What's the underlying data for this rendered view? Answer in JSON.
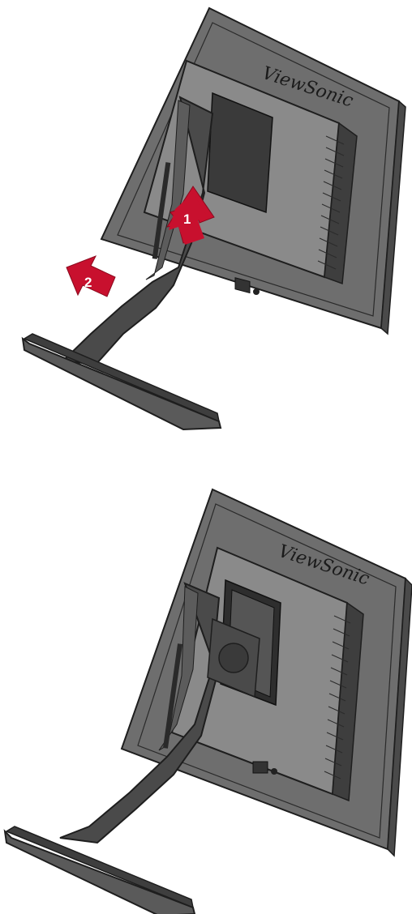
{
  "panels": [
    {
      "name": "step-detach",
      "brand": "ViewSonic",
      "arrows": [
        {
          "number": "1",
          "color": "#c8102e",
          "direction": "up"
        },
        {
          "number": "2",
          "color": "#c8102e",
          "direction": "up-left"
        }
      ]
    },
    {
      "name": "step-attached",
      "brand": "ViewSonic",
      "arrows": []
    }
  ],
  "colors": {
    "monitor_body": "#6b6b6b",
    "monitor_light": "#8a8a8a",
    "monitor_dark": "#3a3a3a",
    "stand": "#4a4a4a",
    "arrow": "#c8102e"
  }
}
